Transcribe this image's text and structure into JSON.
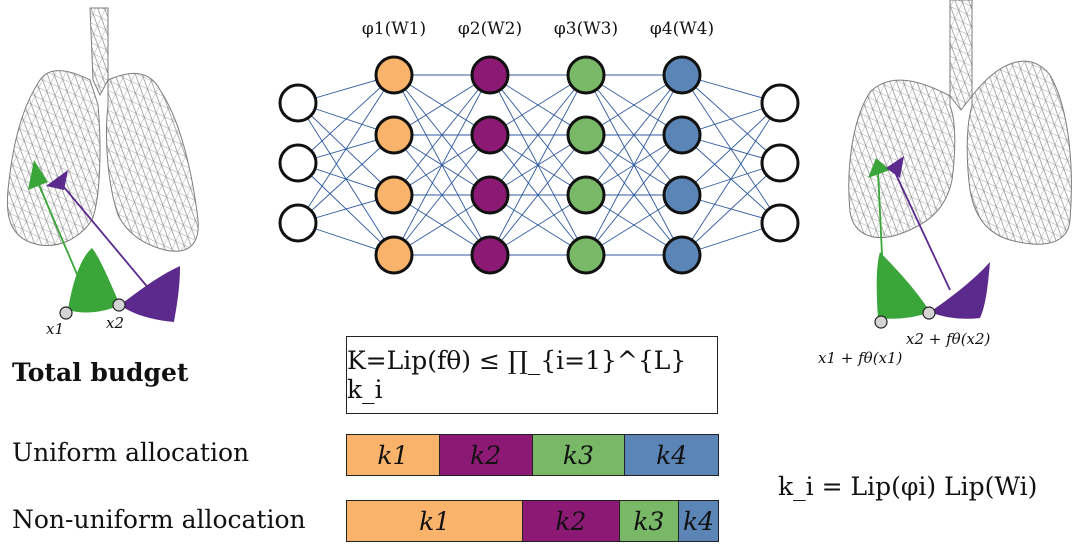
{
  "layer_labels": [
    "φ1(W1)",
    "φ2(W2)",
    "φ3(W3)",
    "φ4(W4)"
  ],
  "layer_colors": [
    "#f9b36b",
    "#8c1a75",
    "#78b866",
    "#5b84b7"
  ],
  "left_points": {
    "x1": "x1",
    "x2": "x2"
  },
  "right_points": {
    "a": "x1 + fθ(x1)",
    "b": "x2 + fθ(x2)"
  },
  "total_budget": "Total budget",
  "formula": "K=Lip(fθ) ≤ ∏_{i=1}^{L} k_i",
  "uniform": {
    "label": "Uniform allocation",
    "segments": [
      {
        "label": "k1",
        "fraction": 0.25,
        "color": "#f9b36b"
      },
      {
        "label": "k2",
        "fraction": 0.25,
        "color": "#8c1a75"
      },
      {
        "label": "k3",
        "fraction": 0.25,
        "color": "#78b866"
      },
      {
        "label": "k4",
        "fraction": 0.25,
        "color": "#5b84b7"
      }
    ]
  },
  "nonuniform": {
    "label": "Non-uniform allocation",
    "segments": [
      {
        "label": "k1",
        "fraction": 0.475,
        "color": "#f9b36b"
      },
      {
        "label": "k2",
        "fraction": 0.26,
        "color": "#8c1a75"
      },
      {
        "label": "k3",
        "fraction": 0.16,
        "color": "#78b866"
      },
      {
        "label": "k4",
        "fraction": 0.105,
        "color": "#5b84b7"
      }
    ]
  },
  "k_formula": "k_i = Lip(φi) Lip(Wi)"
}
